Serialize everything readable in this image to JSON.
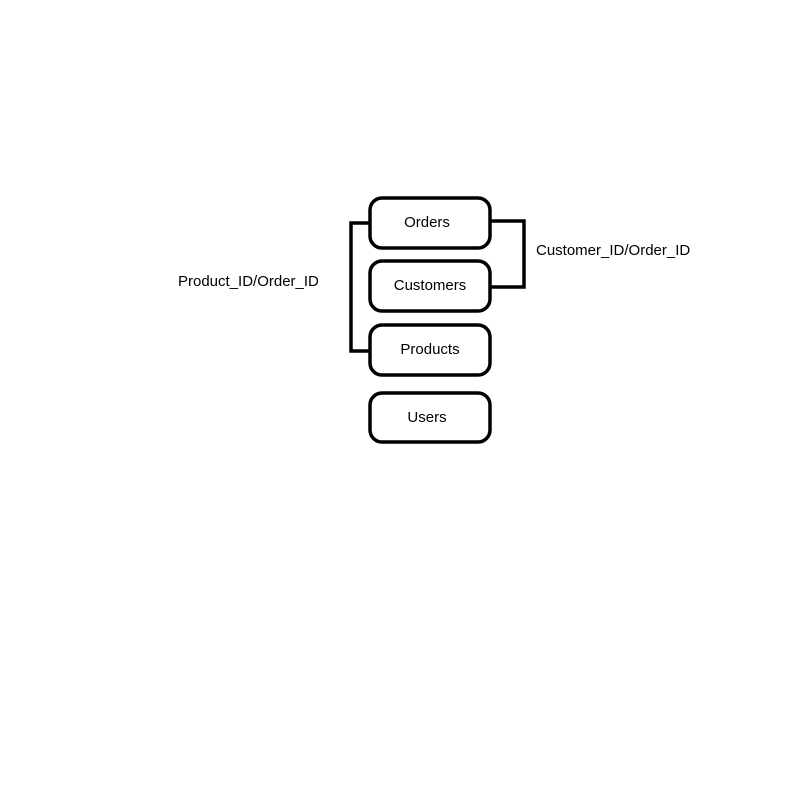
{
  "nodes": [
    {
      "id": "orders",
      "label": "Orders"
    },
    {
      "id": "customers",
      "label": "Customers"
    },
    {
      "id": "products",
      "label": "Products"
    },
    {
      "id": "users",
      "label": "Users"
    }
  ],
  "edges": [
    {
      "id": "orders-customers",
      "from": "orders",
      "to": "customers",
      "label": "Customer_ID/Order_ID"
    },
    {
      "id": "orders-products",
      "from": "orders",
      "to": "products",
      "label": "Product_ID/Order_ID"
    }
  ]
}
